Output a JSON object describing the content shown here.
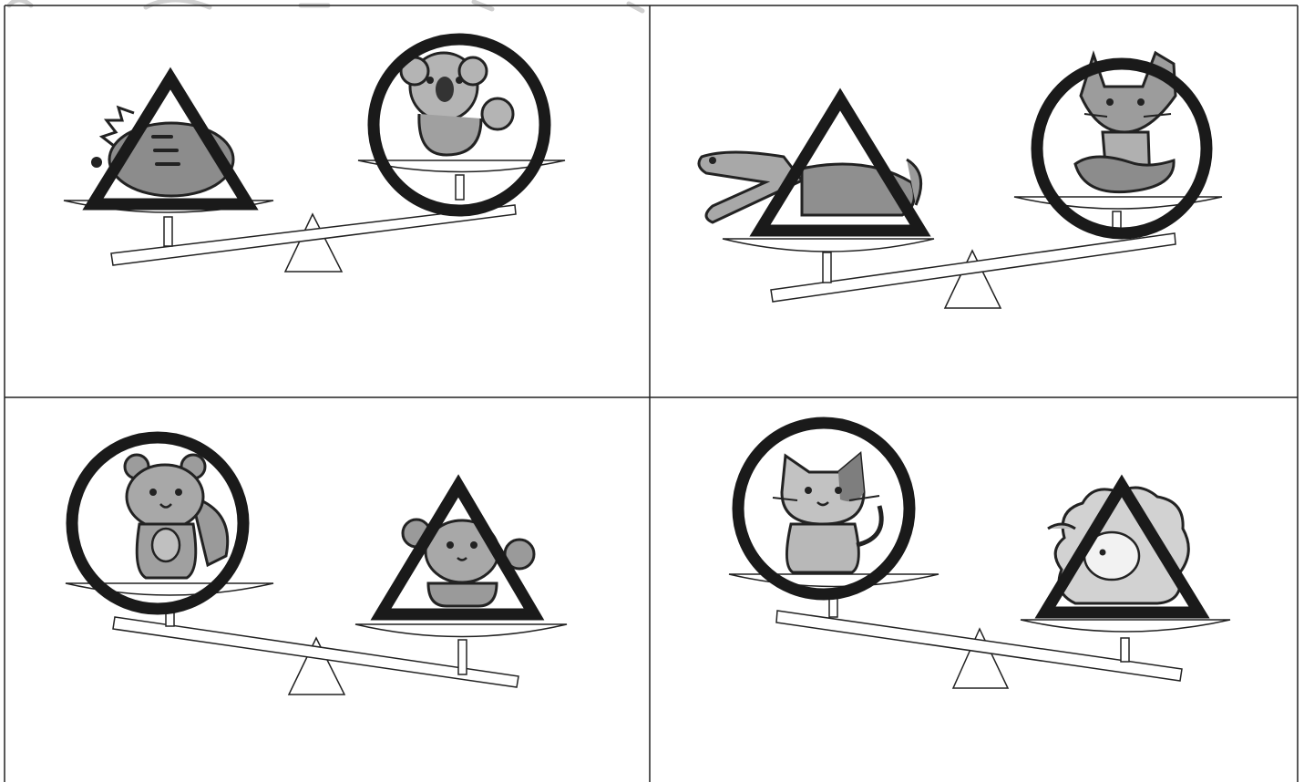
{
  "worksheet": {
    "layout": "2x2 grid",
    "stroke_color": "#222222",
    "symbol_color": "#1a1a1a",
    "animal_fill": "#a9a9a9",
    "animal_dark": "#7a7a7a",
    "watermark_text": ""
  },
  "panels": [
    {
      "left": {
        "symbol": "triangle",
        "animal": "hedgehog"
      },
      "right": {
        "symbol": "circle",
        "animal": "koala"
      },
      "heavier_side": "left"
    },
    {
      "left": {
        "symbol": "triangle",
        "animal": "crocodile"
      },
      "right": {
        "symbol": "circle",
        "animal": "fox"
      },
      "heavier_side": "left"
    },
    {
      "left": {
        "symbol": "circle",
        "animal": "hamster"
      },
      "right": {
        "symbol": "triangle",
        "animal": "bear"
      },
      "heavier_side": "right"
    },
    {
      "left": {
        "symbol": "circle",
        "animal": "cat"
      },
      "right": {
        "symbol": "triangle",
        "animal": "sheep"
      },
      "heavier_side": "right"
    }
  ]
}
